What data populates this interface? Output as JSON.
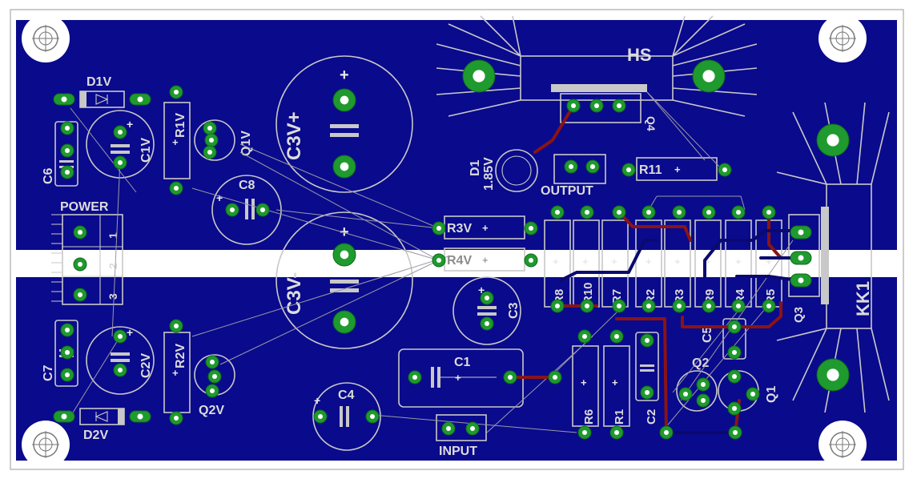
{
  "labels": {
    "d1v": "D1V",
    "r1v": "R1V",
    "q1v": "Q1V",
    "c1v": "C1V",
    "c6": "C6",
    "c8": "C8",
    "c3v_plus": "C3V+",
    "c3v_minus": "C3V-",
    "power": "POWER",
    "pin1": "1",
    "pin2": "2",
    "pin3": "3",
    "c7": "C7",
    "c2v": "C2V",
    "r2v": "R2V",
    "q2v": "Q2V",
    "d2v": "D2V",
    "hs": "HS",
    "q4": "Q4",
    "d1": "D1",
    "d1_value": "1.85V",
    "output": "OUTPUT",
    "r11": "R11",
    "r3v": "R3V",
    "r4v": "R4V",
    "c3": "C3",
    "c1": "C1",
    "c4": "C4",
    "input": "INPUT",
    "r8": "R8",
    "r10": "R10",
    "r7": "R7",
    "r2": "R2",
    "r3": "R3",
    "r9": "R9",
    "r4": "R4",
    "r5": "R5",
    "r6": "R6",
    "r1": "R1",
    "c2": "C2",
    "c5": "C5",
    "q2": "Q2",
    "q1": "Q1",
    "q3": "Q3",
    "kk1": "KK1"
  },
  "colors": {
    "board": "#0a0a8c",
    "copper_top": "#8a1414",
    "copper_bottom": "#0a0a6e",
    "pad": "#1f9a2e",
    "silkscreen": "#c8c8c8",
    "background": "#ffffff"
  }
}
